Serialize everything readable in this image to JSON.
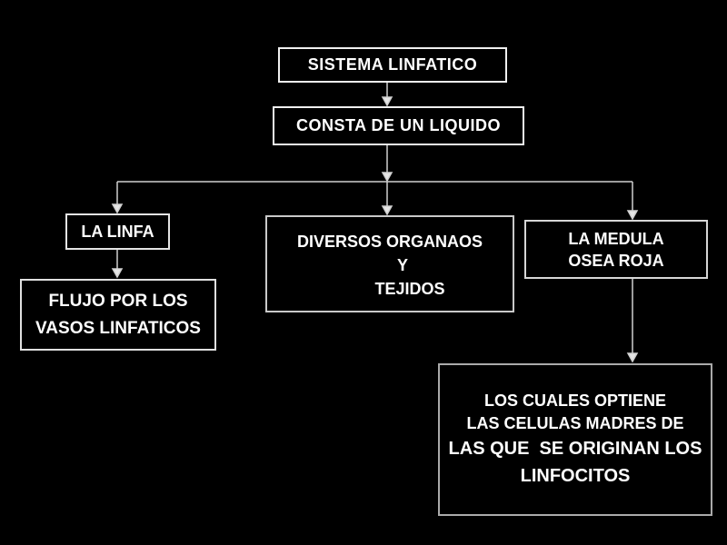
{
  "diagram": {
    "colors": {
      "background": "#000000",
      "text": "#ffffff",
      "box_border_light": "#f0f0f0",
      "box_border_gray": "#aaaaaa",
      "connector": "#d0d0d0"
    },
    "nodes": {
      "sistema": {
        "label": "SISTEMA LINFATICO"
      },
      "consta": {
        "label": "CONSTA DE UN LIQUIDO"
      },
      "linfa": {
        "label": "LA LINFA"
      },
      "diversos": {
        "lines": [
          "DIVERSOS ORGANAOS",
          "Y",
          "TEJIDOS"
        ]
      },
      "medula": {
        "lines": [
          "LA MEDULA",
          "OSEA ROJA"
        ]
      },
      "flujo": {
        "lines": [
          "FLUJO POR LOS",
          "VASOS LINFATICOS"
        ]
      },
      "cuales": {
        "lines": [
          "LOS CUALES OPTIENE",
          "LAS CELULAS MADRES DE",
          "LAS QUE  SE ORIGINAN LOS",
          "LINFOCITOS"
        ]
      }
    },
    "edges": [
      {
        "from": "sistema",
        "to": "consta"
      },
      {
        "from": "consta",
        "to": "linfa"
      },
      {
        "from": "consta",
        "to": "diversos"
      },
      {
        "from": "consta",
        "to": "medula"
      },
      {
        "from": "linfa",
        "to": "flujo"
      },
      {
        "from": "medula",
        "to": "cuales"
      }
    ]
  }
}
